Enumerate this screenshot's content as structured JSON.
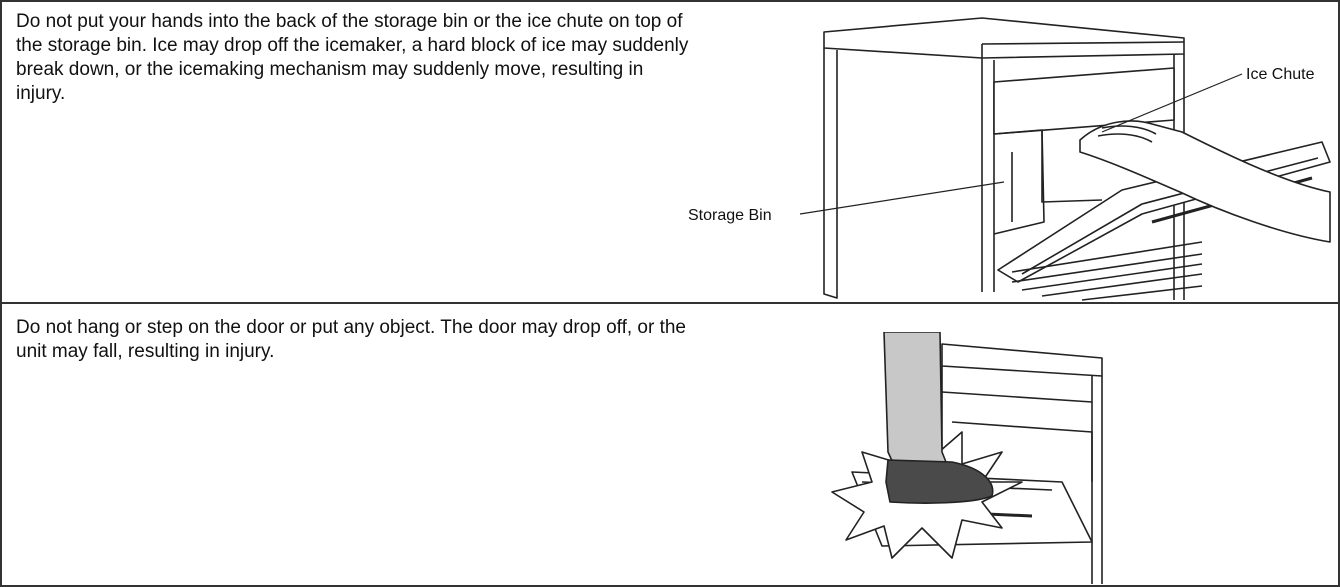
{
  "sections": [
    {
      "text": "Do not put your hands into the back of the storage bin or the ice chute on top of the storage bin. Ice may drop off the icemaker, a hard block of ice may suddenly break down, or the icemaking mechanism may suddenly move, resulting in injury.",
      "labels": {
        "ice_chute": "Ice Chute",
        "storage_bin": "Storage Bin"
      }
    },
    {
      "text": "Do not hang or step on the door or put any object. The door may drop off, or the unit may fall, resulting in injury."
    }
  ]
}
